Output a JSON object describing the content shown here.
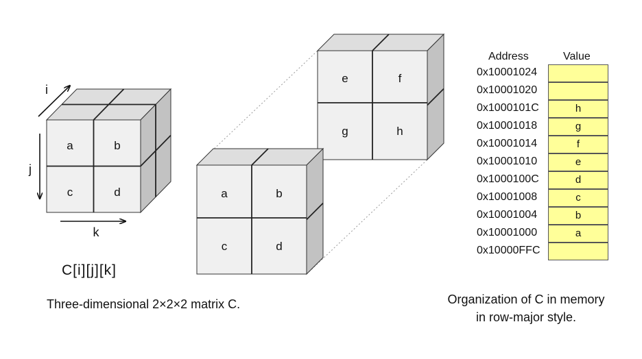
{
  "left_cube": {
    "front_labels": [
      "a",
      "b",
      "c",
      "d"
    ],
    "axis_i": "i",
    "axis_j": "j",
    "axis_k": "k",
    "notation": "C[i][j][k]"
  },
  "exploded_cubes": {
    "back_labels": [
      "e",
      "f",
      "g",
      "h"
    ],
    "front_labels": [
      "a",
      "b",
      "c",
      "d"
    ]
  },
  "captions": {
    "matrix": "Three-dimensional 2×2×2  matrix C.",
    "memory_line1": "Organization of C in memory",
    "memory_line2": "in row-major style."
  },
  "memory_table": {
    "address_header": "Address",
    "value_header": "Value",
    "rows": [
      {
        "address": "0x10001024",
        "value": ""
      },
      {
        "address": "0x10001020",
        "value": ""
      },
      {
        "address": "0x1000101C",
        "value": "h"
      },
      {
        "address": "0x10001018",
        "value": "g"
      },
      {
        "address": "0x10001014",
        "value": "f"
      },
      {
        "address": "0x10001010",
        "value": "e"
      },
      {
        "address": "0x1000100C",
        "value": "d"
      },
      {
        "address": "0x10001008",
        "value": "c"
      },
      {
        "address": "0x10001004",
        "value": "b"
      },
      {
        "address": "0x10001000",
        "value": "a"
      },
      {
        "address": "0x10000FFC",
        "value": ""
      }
    ]
  },
  "colors": {
    "front_face": "#f0f0f0",
    "top_face": "#dedede",
    "side_face": "#c2c2c2",
    "cell_fill": "#ffff99",
    "edge": "#333333",
    "seam": "#222222"
  }
}
